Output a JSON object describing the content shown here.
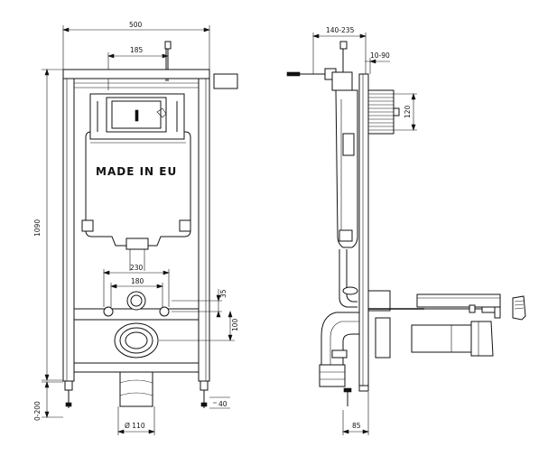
{
  "front_view": {
    "label_made_in": "MADE IN EU",
    "dim_width": "500",
    "dim_185": "185",
    "dim_height": "1090",
    "dim_230": "230",
    "dim_180": "180",
    "dim_35": "35",
    "dim_100": "100",
    "dim_0_200": "0-200",
    "dim_40": "40",
    "dim_110": "Ø 110"
  },
  "side_view": {
    "dim_140_235": "140-235",
    "dim_10_90": "10-90",
    "dim_120": "120",
    "dim_85": "85"
  }
}
